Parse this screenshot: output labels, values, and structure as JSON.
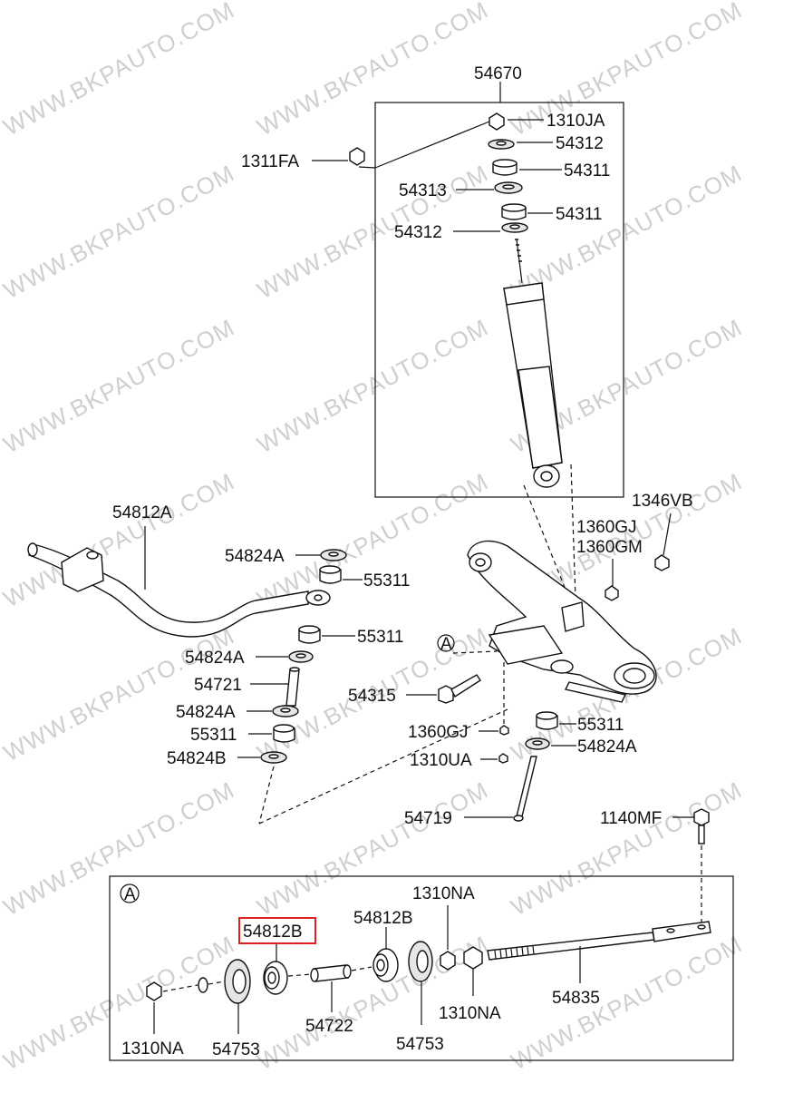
{
  "watermark": "WWW.BKPAUTO.COM",
  "colors": {
    "highlight": "#e02020",
    "line": "#111111",
    "watermark": "#cfcfcf"
  },
  "callouts": {
    "c54670": "54670",
    "c1310JA": "1310JA",
    "c54312a": "54312",
    "c1311FA": "1311FA",
    "c54311a": "54311",
    "c54313": "54313",
    "c54311b": "54311",
    "c54312b": "54312",
    "c1346VB": "1346VB",
    "c54812A": "54812A",
    "c1360GJa": "1360GJ",
    "c1360GM": "1360GM",
    "c54824Aa": "54824A",
    "c55311a": "55311",
    "c55311b": "55311",
    "c54824Ab": "54824A",
    "c54721": "54721",
    "c54315": "54315",
    "c54824Ac": "54824A",
    "c55311c": "55311",
    "c55311d": "55311",
    "c1360GJb": "1360GJ",
    "c54824Ad": "54824A",
    "c54824B": "54824B",
    "c1310UA": "1310UA",
    "c54719": "54719",
    "c1140MF": "1140MF",
    "cA1": "A",
    "cA2": "A",
    "c1310NAa": "1310NA",
    "c54812Bsel": "54812B",
    "c54812B": "54812B",
    "c54753a": "54753",
    "c54722": "54722",
    "c54753b": "54753",
    "c1310NAb": "1310NA",
    "c1310NAc": "1310NA",
    "c54835": "54835"
  }
}
